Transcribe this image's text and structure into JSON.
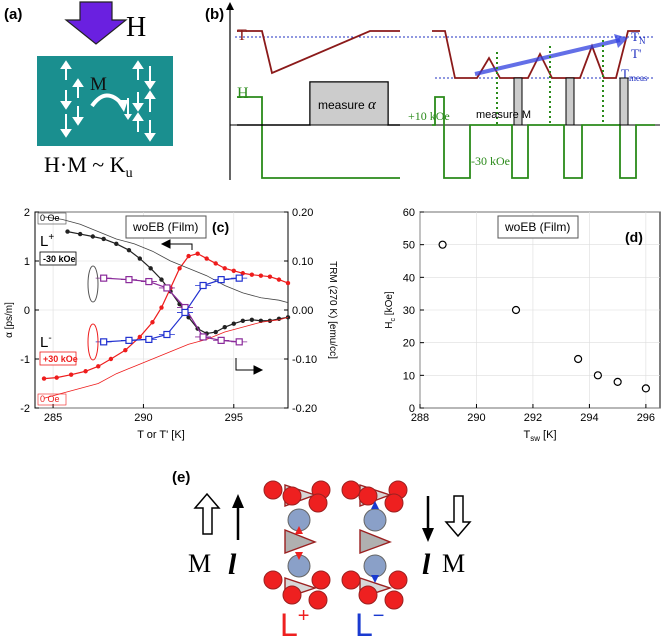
{
  "panels": {
    "a": {
      "label": "(a)",
      "field_symbol": "H",
      "moment_symbol": "M",
      "energy_relation": "H·M ~ K",
      "energy_subscript": "u",
      "colors": {
        "arrow": "#6a20e0",
        "box": "#1a8f8f"
      }
    },
    "b": {
      "label": "(b)",
      "T_label": "T",
      "H_label": "H",
      "TN_label": "T",
      "TN_sub": "N",
      "Tprime_label": "T'",
      "Tmeas_label": "T",
      "Tmeas_sub": "meas",
      "measure_alpha_text": "measure ",
      "measure_alpha_symbol": "α",
      "measure_M_text": "measure M",
      "plus_field": "+10 kOe",
      "minus_field": "-30 kOe",
      "colors": {
        "T": "#8b1a1a",
        "H": "#2a8a1a",
        "blue": "#2030c0",
        "measure": "#cccccc"
      }
    },
    "c": {
      "label": "(c)",
      "legend_box": "woEB (Film)",
      "ylabel_left": "α [ps/m]",
      "ylabel_right": "TRM (270 K) [emu/cc]",
      "xlabel": "T or T' [K]",
      "state_plus": "L",
      "state_plus_sup": "+",
      "state_minus": "L",
      "state_minus_sup": "-",
      "annot_zero_top": "0 Oe",
      "annot_zero_bottom": "0 Oe",
      "annot_minus30": "-30 kOe",
      "annot_plus30": "+30 kOe",
      "x_ticks": [
        "285",
        "290",
        "295"
      ],
      "y_left_ticks": [
        "2",
        "1",
        "0",
        "-1",
        "-2"
      ],
      "y_right_ticks": [
        "0.20",
        "0.10",
        "0.00",
        "-0.10",
        "-0.20"
      ]
    },
    "d": {
      "label": "(d)",
      "legend_box": "woEB (Film)",
      "ylabel": "H",
      "ylabel_sub": "c",
      "ylabel_unit": " [kOe]",
      "xlabel": "T",
      "xlabel_sub": "sw",
      "xlabel_unit": " [K]",
      "x_ticks": [
        "288",
        "290",
        "292",
        "294",
        "296"
      ],
      "y_ticks": [
        "60",
        "50",
        "40",
        "30",
        "20",
        "10",
        "0"
      ]
    },
    "e": {
      "label": "(e)",
      "M_left": "M",
      "M_right": "M",
      "l_left": "l",
      "l_right": "l",
      "L_plus": "L",
      "L_plus_sup": "+",
      "L_minus": "L",
      "L_minus_sup": "−",
      "colors": {
        "plus": "#ee2020",
        "minus": "#1a3ad0"
      }
    }
  },
  "chart_data": [
    {
      "panel": "c",
      "type": "scatter",
      "xlim": [
        284,
        298
      ],
      "ylim": [
        -2,
        2
      ],
      "y2lim": [
        -0.2,
        0.2
      ],
      "series": [
        {
          "name": "-30 kOe",
          "axis": "left",
          "color": "#222222",
          "x": [
            285.8,
            286.5,
            287.2,
            287.8,
            288.5,
            289.2,
            289.8,
            290.4,
            291.0,
            291.5,
            292.0,
            292.5,
            293.0,
            293.5,
            294.0,
            294.5,
            295.0,
            295.5,
            296.0,
            296.5,
            297.0,
            297.5,
            298.0
          ],
          "y": [
            1.6,
            1.55,
            1.5,
            1.45,
            1.35,
            1.22,
            1.05,
            0.85,
            0.62,
            0.38,
            0.12,
            -0.15,
            -0.38,
            -0.48,
            -0.45,
            -0.35,
            -0.28,
            -0.22,
            -0.2,
            -0.22,
            -0.22,
            -0.18,
            -0.15
          ]
        },
        {
          "name": "+30 kOe",
          "axis": "left",
          "color": "#ee1c1c",
          "x": [
            284.5,
            285.2,
            286.0,
            286.8,
            287.5,
            288.2,
            289.0,
            289.8,
            290.5,
            291.0,
            291.5,
            292.0,
            292.5,
            293.0,
            293.5,
            294.0,
            294.5,
            295.0,
            295.5,
            296.0,
            296.5,
            297.0,
            297.5,
            298.0
          ],
          "y": [
            -1.4,
            -1.38,
            -1.32,
            -1.25,
            -1.15,
            -1.0,
            -0.82,
            -0.55,
            -0.25,
            0.05,
            0.45,
            0.85,
            1.1,
            1.15,
            1.05,
            0.95,
            0.85,
            0.8,
            0.75,
            0.72,
            0.7,
            0.68,
            0.62,
            0.55
          ]
        },
        {
          "name": "0 Oe (upper TRM)",
          "axis": "right",
          "color": "#444444",
          "x": [
            284.5,
            285.5,
            286.5,
            287.5,
            288.5,
            289.5,
            290.5,
            291.5,
            292.5,
            293.5,
            294.5,
            295.5,
            296.5,
            297.5,
            298.0
          ],
          "y": [
            0.19,
            0.185,
            0.175,
            0.16,
            0.145,
            0.135,
            0.12,
            0.1,
            0.085,
            0.07,
            0.05,
            0.035,
            0.025,
            0.02,
            0.015
          ]
        },
        {
          "name": "0 Oe (lower TRM)",
          "axis": "right",
          "color": "#ee1c1c",
          "x": [
            284.5,
            285.5,
            286.5,
            287.5,
            288.5,
            289.5,
            290.5,
            291.5,
            292.5,
            293.5,
            294.5,
            295.5,
            296.5,
            297.5,
            298.0
          ],
          "y": [
            -0.18,
            -0.17,
            -0.16,
            -0.15,
            -0.13,
            -0.115,
            -0.1,
            -0.085,
            -0.07,
            -0.06,
            -0.045,
            -0.035,
            -0.025,
            -0.02,
            -0.015
          ]
        },
        {
          "name": "L+ alpha",
          "axis": "left",
          "color": "#8a2a9a",
          "x": [
            287.8,
            289.2,
            290.3,
            291.3,
            292.3,
            293.3,
            294.3,
            295.3
          ],
          "y": [
            0.65,
            0.62,
            0.58,
            0.45,
            0.05,
            -0.55,
            -0.62,
            -0.65
          ]
        },
        {
          "name": "L- alpha",
          "axis": "left",
          "color": "#2030d0",
          "x": [
            287.8,
            289.2,
            290.3,
            291.3,
            292.3,
            293.3,
            294.3,
            295.3
          ],
          "y": [
            -0.65,
            -0.62,
            -0.6,
            -0.5,
            -0.05,
            0.5,
            0.62,
            0.65
          ]
        }
      ]
    },
    {
      "panel": "d",
      "type": "scatter",
      "xlim": [
        288,
        296.5
      ],
      "ylim": [
        0,
        60
      ],
      "series": [
        {
          "x": [
            288.8,
            291.4,
            293.6,
            294.3,
            295.0,
            296.0
          ],
          "y": [
            50,
            30,
            15,
            10,
            8,
            6
          ]
        }
      ]
    }
  ]
}
